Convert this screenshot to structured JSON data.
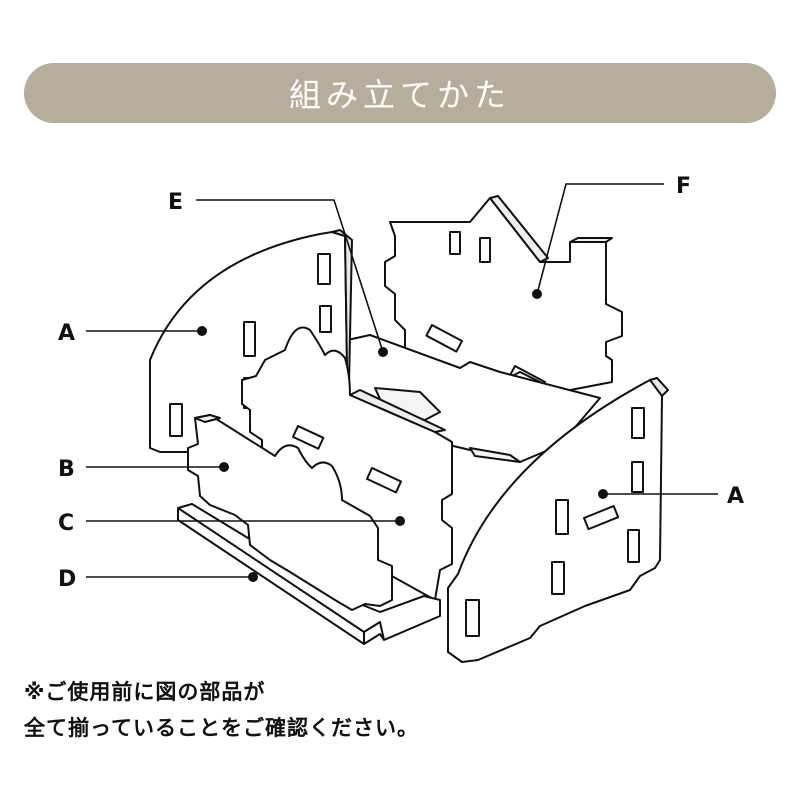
{
  "header": {
    "title": "組み立てかた"
  },
  "parts": {
    "A": "A",
    "B": "B",
    "C": "C",
    "D": "D",
    "E": "E",
    "F": "F"
  },
  "note": {
    "line1": "※ご使用前に図の部品が",
    "line2": "全て揃っていることをご確認ください。"
  },
  "colors": {
    "banner": "#b7ad9c",
    "line": "#111111",
    "panel": "#ffffff"
  }
}
